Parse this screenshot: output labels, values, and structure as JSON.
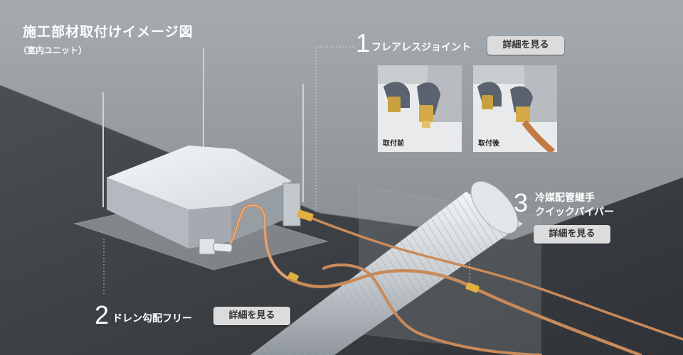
{
  "header": {
    "title": "施工部材取付けイメージ図",
    "subtitle": "（室内ユニット）"
  },
  "callouts": [
    {
      "number": "1",
      "label": "フレアレスジョイント",
      "button": "詳細を見る"
    },
    {
      "number": "2",
      "label": "ドレン勾配フリー",
      "button": "詳細を見る"
    },
    {
      "number": "3",
      "label_line1": "冷媒配管継手",
      "label_line2": "クイックパイパー",
      "button": "詳細を見る"
    }
  ],
  "photos": [
    {
      "caption": "取付前"
    },
    {
      "caption": "取付後"
    }
  ],
  "colors": {
    "background_dark": "#3d4247",
    "ceiling": "#9ca1a5",
    "pipe_copper": "#c98a5a",
    "fitting_gold": "#e0b040",
    "button_bg": "#dcdcdc"
  }
}
